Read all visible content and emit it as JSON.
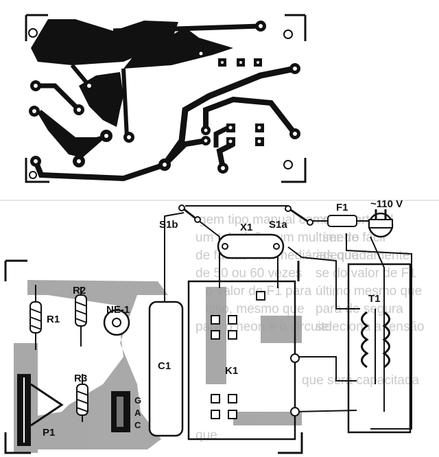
{
  "colors": {
    "ink": "#111111",
    "paper": "#ffffff",
    "copper": "#222222",
    "overlay": "#9a9a9a",
    "ghost_text": "#b8b8b8"
  },
  "labels": {
    "s1b": "S1b",
    "x1": "X1",
    "s1a": "S1a",
    "f1": "F1",
    "ac_source": "~110 V",
    "r1": "R1",
    "r2": "R2",
    "r3": "R3",
    "ne1": "NE-1",
    "c1": "C1",
    "k1": "K1",
    "t1": "T1",
    "p1": "P1",
    "led_g": "G",
    "led_a": "A",
    "led_c": "C"
  },
  "background_text": [
    "gem tipo manual comum",
    "um televisão, um multímetro",
    "de faixas intermediárias que",
    "de 50 ou 60 vezes",
    "o valor de F1 para",
    "isso, mesmo que",
    "para o neon e o circuito",
    "que"
  ],
  "right_text": [
    "comportável",
    "ser de fácil",
    "adequadamente",
    "se do valor de F1",
    "último mesmo que",
    "para de segura",
    "seleciona a tensão",
    "que será capacitada"
  ]
}
